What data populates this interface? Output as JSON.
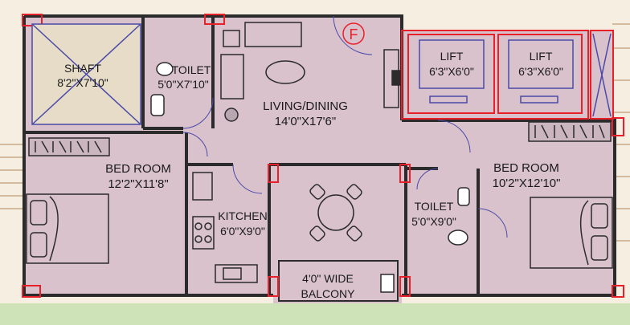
{
  "rooms": {
    "shaft": {
      "name": "SHAFT",
      "size": "8'2\"X7'10\""
    },
    "toilet_1": {
      "name": "TOILET",
      "size": "5'0\"X7'10\""
    },
    "living": {
      "name": "LIVING/DINING",
      "size": "14'0\"X17'6\""
    },
    "lift_1": {
      "name": "LIFT",
      "size": "6'3\"X6'0\""
    },
    "lift_2": {
      "name": "LIFT",
      "size": "6'3\"X6'0\""
    },
    "bed_1": {
      "name": "BED ROOM",
      "size": "12'2\"X11'8\""
    },
    "kitchen": {
      "name": "KITCHEN",
      "size": "6'0\"X9'0\""
    },
    "toilet_2": {
      "name": "TOILET",
      "size": "5'0\"X9'0\""
    },
    "bed_2": {
      "name": "BED ROOM",
      "size": "10'2\"X12'10\""
    },
    "balcony": {
      "name": "4'0\" WIDE",
      "size": "BALCONY"
    }
  },
  "marker": "F",
  "colors": {
    "floor": "#d9c2cc",
    "wall": "#2b2b2b",
    "column": "#e8202a",
    "lift_frame": "#e8202a",
    "hatch": "#4a4aa8",
    "exterior": "#f6efe1",
    "ground": "#cfe3b8"
  }
}
